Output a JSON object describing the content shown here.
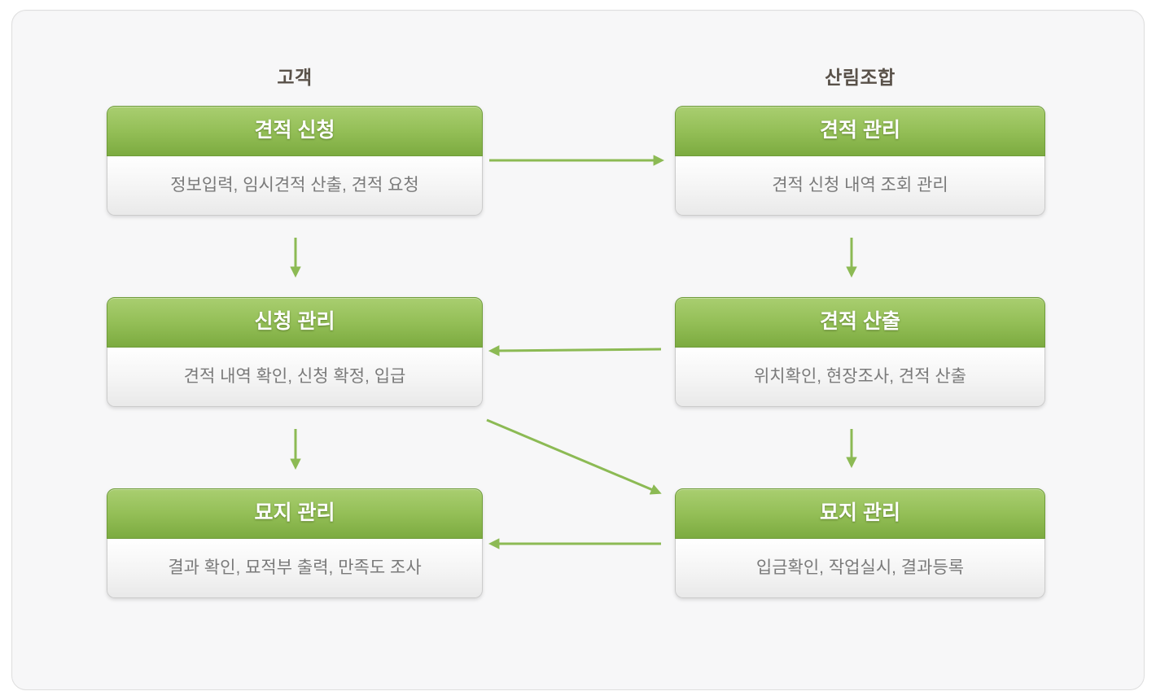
{
  "diagram": {
    "columns": [
      {
        "label": "고객",
        "boxes": [
          {
            "title": "견적 신청",
            "body": "정보입력, 임시견적 산출, 견적 요청"
          },
          {
            "title": "신청 관리",
            "body": "견적 내역 확인, 신청 확정, 입급"
          },
          {
            "title": "묘지 관리",
            "body": "결과 확인, 묘적부 출력, 만족도 조사"
          }
        ]
      },
      {
        "label": "산림조합",
        "boxes": [
          {
            "title": "견적 관리",
            "body": "견적 신청 내역 조회 관리"
          },
          {
            "title": "견적 산출",
            "body": "위치확인, 현장조사, 견적 산출"
          },
          {
            "title": "묘지 관리",
            "body": "입금확인, 작업실시, 결과등록"
          }
        ]
      }
    ],
    "edges": [
      {
        "from": "customer-quote-request",
        "to": "coop-quote-management",
        "direction": "right"
      },
      {
        "from": "customer-quote-request",
        "to": "customer-application-management",
        "direction": "down"
      },
      {
        "from": "coop-quote-management",
        "to": "coop-quote-calculation",
        "direction": "down"
      },
      {
        "from": "coop-quote-calculation",
        "to": "customer-application-management",
        "direction": "left"
      },
      {
        "from": "customer-application-management",
        "to": "customer-grave-management",
        "direction": "down"
      },
      {
        "from": "coop-quote-calculation",
        "to": "coop-grave-management",
        "direction": "down"
      },
      {
        "from": "customer-application-management",
        "to": "coop-grave-management",
        "direction": "diagonal"
      },
      {
        "from": "coop-grave-management",
        "to": "customer-grave-management",
        "direction": "left"
      }
    ],
    "colors": {
      "panel_bg": "#f7f7f8",
      "panel_border": "#dedede",
      "title_text": "#595149",
      "body_text": "#7a7a7a",
      "arrow": "#8cba54",
      "header_gradient_top": "#a9ce70",
      "header_gradient_mid": "#94bf57",
      "header_gradient_bottom": "#7cab40",
      "header_border": "#6f9c3a",
      "body_border": "#cbcbcb"
    }
  }
}
